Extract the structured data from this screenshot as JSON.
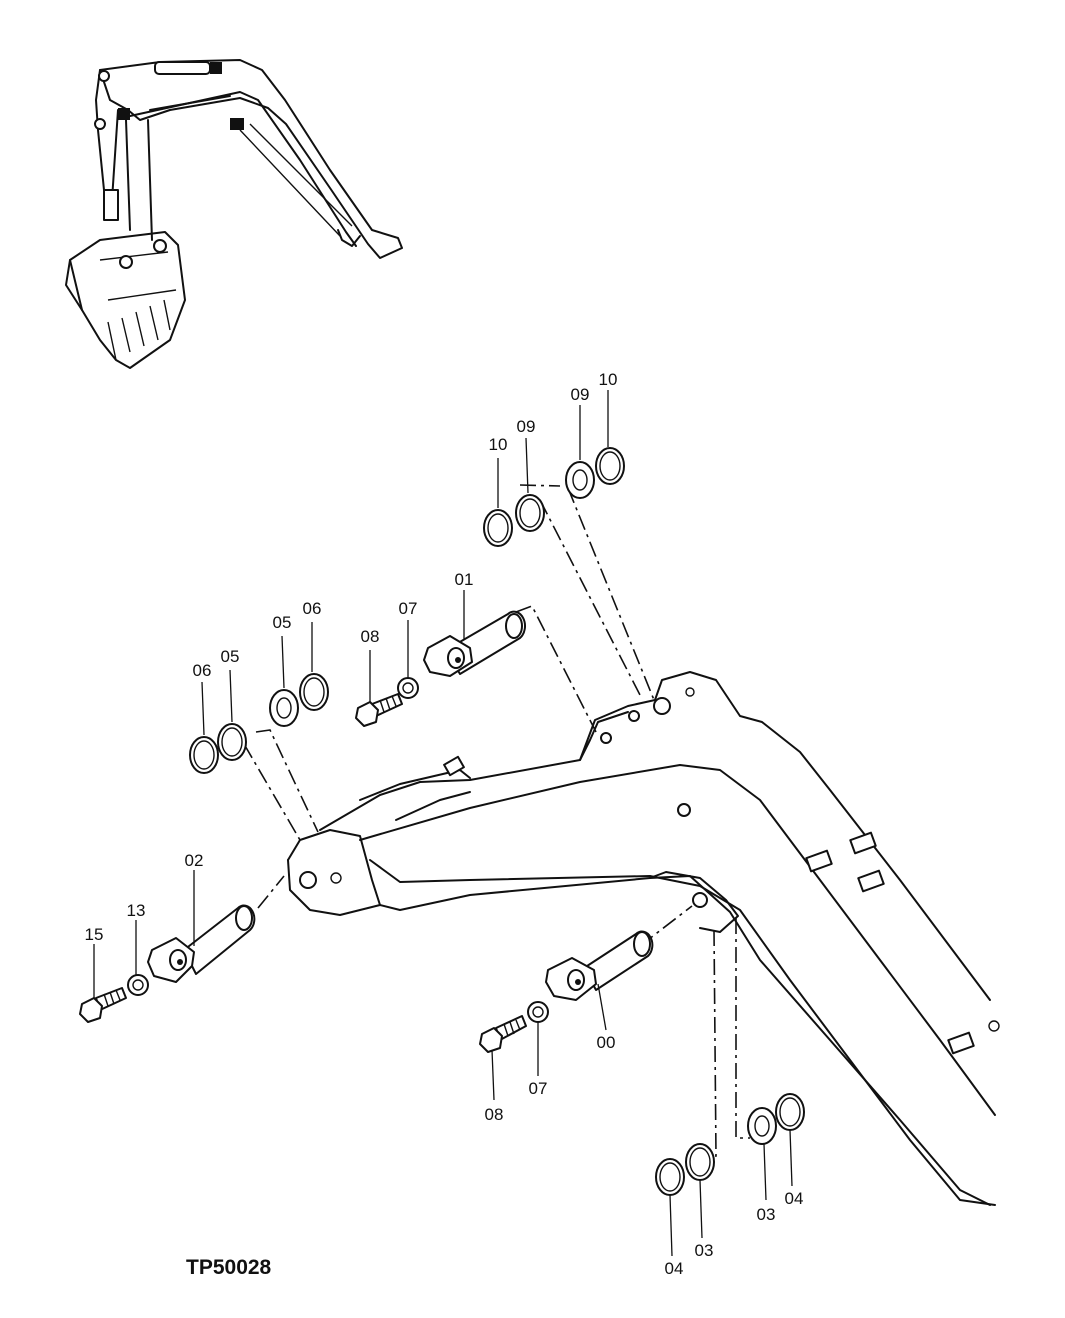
{
  "drawing_ref": "TP50028",
  "callouts": {
    "w10_a": "10",
    "w09_a": "09",
    "w09_b": "09",
    "w10_b": "10",
    "w06_a": "06",
    "w05_a": "05",
    "w05_b": "05",
    "w06_b": "06",
    "b08_top": "08",
    "r07_top": "07",
    "p01": "01",
    "p02": "02",
    "r13": "13",
    "b15": "15",
    "p00": "00",
    "r07_bot": "07",
    "b08_bot": "08",
    "w04_a": "04",
    "w03_a": "03",
    "w03_b": "03",
    "w04_b": "04"
  }
}
